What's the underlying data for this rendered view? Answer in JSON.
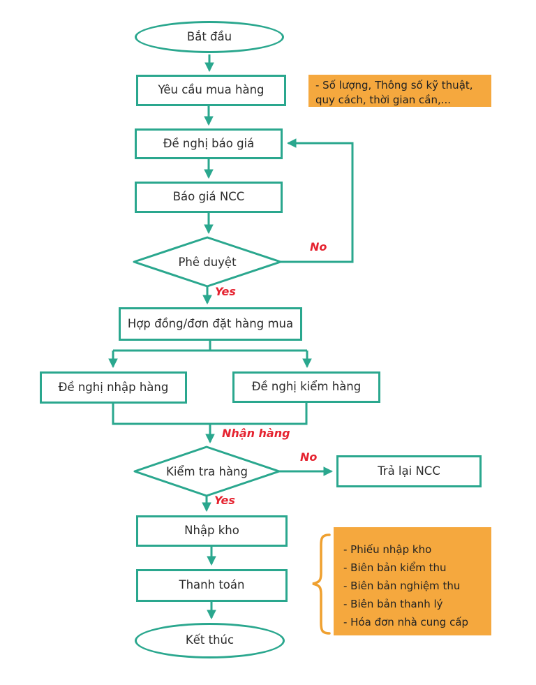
{
  "title": "Purchasing process flowchart",
  "colors": {
    "teal": "#2aa78e",
    "red": "#e52330",
    "orange_note": "#f5a83e",
    "orange_brace": "#efa02f",
    "text": "#2b2b2b"
  },
  "nodes": {
    "start": "Bắt đầu",
    "purchase_request": "Yêu cầu mua hàng",
    "quote_request": "Đề nghị báo giá",
    "supplier_quote": "Báo giá NCC",
    "approval": "Phê duyệt",
    "contract": "Hợp đồng/đơn đặt hàng mua",
    "receive_request": "Đề nghị nhập hàng",
    "inspect_request": "Đề nghị kiểm hàng",
    "inspection": "Kiểm tra hàng",
    "return_supplier": "Trả lại NCC",
    "stock_in": "Nhập kho",
    "payment": "Thanh toán",
    "end": "Kết thúc"
  },
  "edge_labels": {
    "approval_no": "No",
    "approval_yes": "Yes",
    "receive_goods": "Nhận hàng",
    "inspection_no": "No",
    "inspection_yes": "Yes"
  },
  "notes": {
    "requirements": {
      "line1": "- Số lượng, Thông số kỹ thuật,",
      "line2": "quy cách, thời gian cần,..."
    },
    "documents": {
      "items": [
        "- Phiếu nhập kho",
        "- Biên bản kiểm thu",
        "- Biên bản nghiệm thu",
        "- Biên bản thanh lý",
        "- Hóa đơn nhà cung cấp"
      ]
    }
  }
}
